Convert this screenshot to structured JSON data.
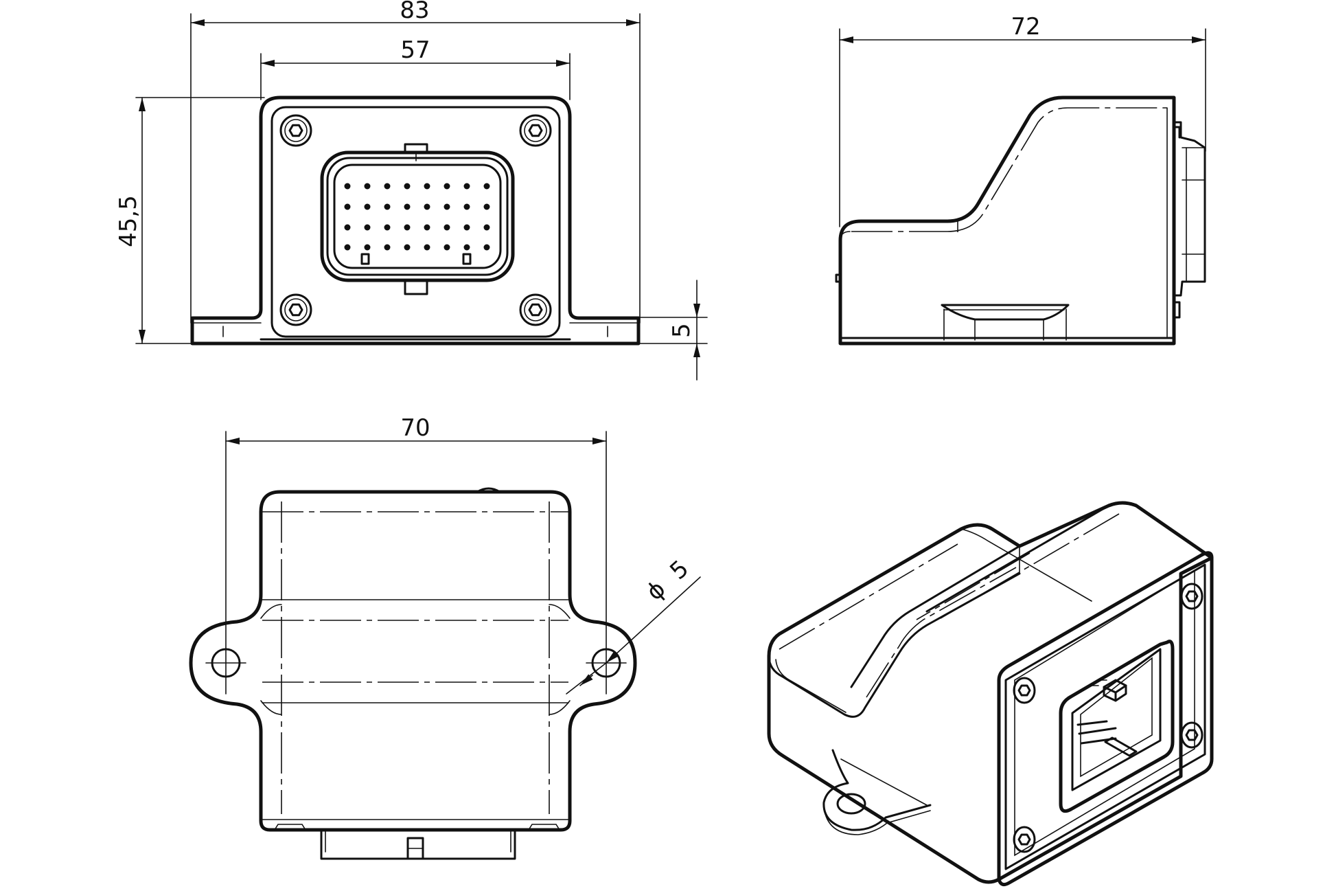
{
  "dimensions": {
    "front_overall_width": "83",
    "front_body_width": "57",
    "front_height": "45,5",
    "flange_thickness": "5",
    "side_length": "72",
    "top_hole_spacing": "70",
    "hole_diameter_symbol": "ϕ",
    "hole_diameter": "5"
  },
  "colors": {
    "line": "#111111",
    "background": "#ffffff"
  }
}
